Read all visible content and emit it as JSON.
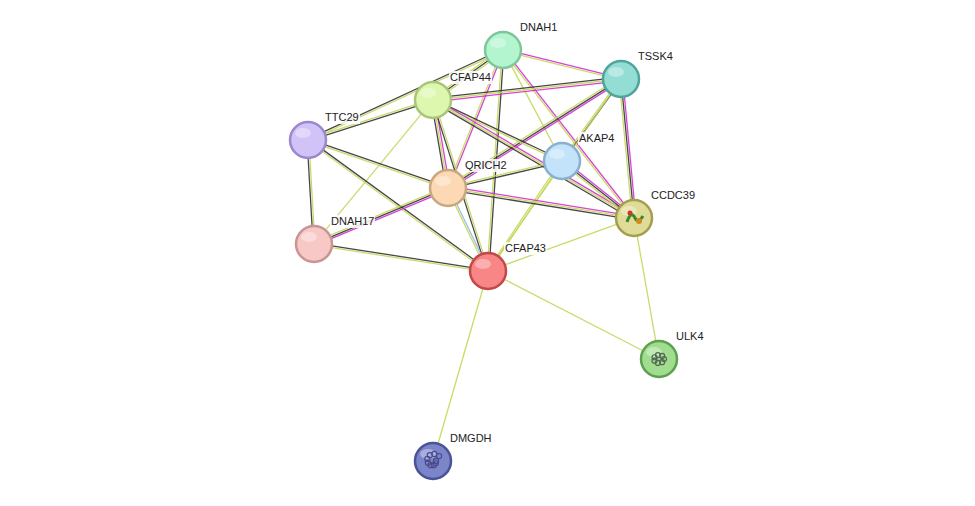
{
  "diagram": {
    "nodes": [
      {
        "text": [
          "DNAH1"
        ]
      },
      {
        "text": [
          "TSSK4"
        ]
      },
      {
        "text": [
          "CFAP44"
        ]
      },
      {
        "text": [
          "TTC29"
        ]
      },
      {
        "text": [
          "AKAP4"
        ]
      },
      {
        "text": [
          "QRICH2"
        ]
      },
      {
        "text": [
          "CCDC39"
        ]
      },
      {
        "text": [
          "DNAH17"
        ]
      },
      {
        "text": [
          "CFAP43"
        ]
      },
      {
        "text": [
          "ULK4"
        ]
      },
      {
        "text": [
          "DMGDH"
        ]
      }
    ],
    "edges": [
      {
        "from": 0,
        "to": 2,
        "arrow": "none"
      },
      {
        "from": 0,
        "to": 3,
        "arrow": "none"
      },
      {
        "from": 0,
        "to": 1,
        "arrow": "none"
      },
      {
        "from": 0,
        "to": 5,
        "arrow": "none"
      },
      {
        "from": 0,
        "to": 4,
        "arrow": "none"
      },
      {
        "from": 0,
        "to": 6,
        "arrow": "none"
      },
      {
        "from": 0,
        "to": 8,
        "arrow": "none"
      },
      {
        "from": 1,
        "to": 2,
        "arrow": "none"
      },
      {
        "from": 1,
        "to": 5,
        "arrow": "none"
      },
      {
        "from": 1,
        "to": 4,
        "arrow": "none"
      },
      {
        "from": 1,
        "to": 6,
        "arrow": "none"
      },
      {
        "from": 1,
        "to": 8,
        "arrow": "none"
      },
      {
        "from": 2,
        "to": 3,
        "arrow": "none"
      },
      {
        "from": 2,
        "to": 5,
        "arrow": "none"
      },
      {
        "from": 2,
        "to": 4,
        "arrow": "none"
      },
      {
        "from": 2,
        "to": 6,
        "arrow": "none"
      },
      {
        "from": 2,
        "to": 8,
        "arrow": "none"
      },
      {
        "from": 2,
        "to": 7,
        "arrow": "none"
      },
      {
        "from": 3,
        "to": 7,
        "arrow": "none"
      },
      {
        "from": 3,
        "to": 5,
        "arrow": "none"
      },
      {
        "from": 3,
        "to": 8,
        "arrow": "none"
      },
      {
        "from": 4,
        "to": 5,
        "arrow": "none"
      },
      {
        "from": 4,
        "to": 6,
        "arrow": "none"
      },
      {
        "from": 4,
        "to": 8,
        "arrow": "none"
      },
      {
        "from": 5,
        "to": 6,
        "arrow": "none"
      },
      {
        "from": 5,
        "to": 7,
        "arrow": "none"
      },
      {
        "from": 5,
        "to": 8,
        "arrow": "none"
      },
      {
        "from": 6,
        "to": 8,
        "arrow": "none"
      },
      {
        "from": 6,
        "to": 9,
        "arrow": "none"
      },
      {
        "from": 7,
        "to": 8,
        "arrow": "none"
      },
      {
        "from": 8,
        "to": 9,
        "arrow": "none"
      },
      {
        "from": 8,
        "to": 10,
        "arrow": "none"
      }
    ]
  }
}
